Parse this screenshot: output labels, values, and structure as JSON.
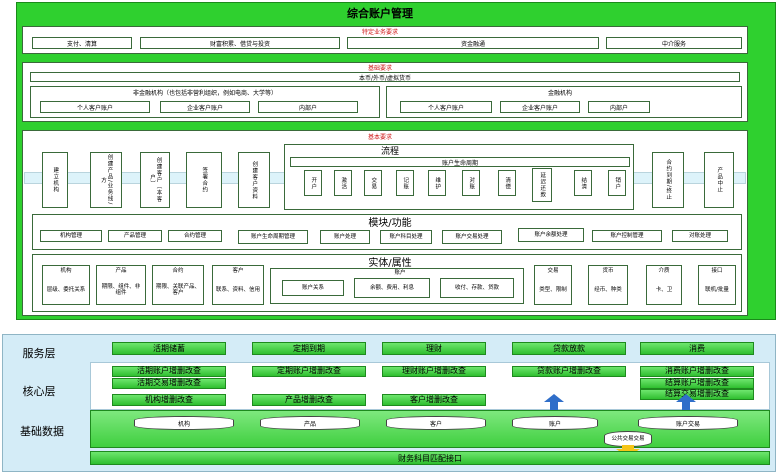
{
  "top": {
    "title": "综合账户管理",
    "special": {
      "label": "特定业务要求",
      "items": [
        "支付、清算",
        "财富积累、借贷与投资",
        "资金融通",
        "中介服务"
      ]
    },
    "basic": {
      "label": "基础要求",
      "scope": "本币/外币/虚拟货币",
      "nonfin": {
        "label": "非金融机构（也包括非营利组织，例如电商、大学等）",
        "items": [
          "个人客户账户",
          "企业客户账户",
          "内部户"
        ]
      },
      "fin": {
        "label": "金融机构",
        "items": [
          "个人客户账户",
          "企业客户账户",
          "内部户"
        ]
      }
    },
    "fund": {
      "label": "基本要求",
      "left_cols": [
        "建立机构",
        "创建产品/业务线/方",
        "创建客户（本客户）",
        "签署合约",
        "创建客户资料"
      ],
      "flow": {
        "title": "流程",
        "lifecycle": "账户生命周期",
        "steps": [
          "开户",
          "激活",
          "交易",
          "记账",
          "维护",
          "对账",
          "清偿",
          "延迟还款",
          "结清",
          "销户"
        ]
      },
      "right_cols": [
        "合约到期/终止",
        "产品中止"
      ],
      "module": {
        "title": "模块/功能",
        "items": [
          "机构管理",
          "产品管理",
          "合约管理",
          "账户生命周期管理",
          "账户处理",
          "账户科目处理",
          "账户交易处理",
          "账户余额处理",
          "账户控制管理",
          "对账处理"
        ]
      },
      "entity": {
        "title": "实体/属性",
        "left": [
          {
            "name": "机构",
            "attrs": "层级、委托关系"
          },
          {
            "name": "产品",
            "attrs": "期限、组件、非组件"
          },
          {
            "name": "合约",
            "attrs": "期限、关联产品、客户"
          },
          {
            "name": "客户",
            "attrs": "联系、资料、信用"
          }
        ],
        "account": {
          "name": "账户",
          "items": [
            "账户关系",
            "余额、费用、利息",
            "收付、存款、贷款"
          ]
        },
        "right": [
          {
            "name": "交易",
            "attrs": "类型、限制"
          },
          {
            "name": "货币",
            "attrs": "经币、种类"
          },
          {
            "name": "介质",
            "attrs": "卡、卫"
          },
          {
            "name": "接口",
            "attrs": "联机/批量"
          }
        ]
      }
    }
  },
  "bottom": {
    "layers": [
      "服务层",
      "核心层",
      "基础数据"
    ],
    "services": [
      "活期储蓄",
      "定期到期",
      "理财",
      "贷款放款",
      "消费"
    ],
    "core": [
      [
        "活期账户增删改查",
        "活期交易增删改查",
        "机构增删改查"
      ],
      [
        "定期账户增删改查",
        "产品增删改查"
      ],
      [
        "理财账户增删改查",
        "客户增删改查"
      ],
      [
        "贷款账户增删改查"
      ],
      [
        "消费账户增删改查",
        "结算账户增删改查",
        "结算交易增删改查"
      ]
    ],
    "data": [
      "机构",
      "产品",
      "客户",
      "账户",
      "账户交易"
    ],
    "public_trade": "公共交易交易",
    "footer": "财务科目匹配接口"
  }
}
